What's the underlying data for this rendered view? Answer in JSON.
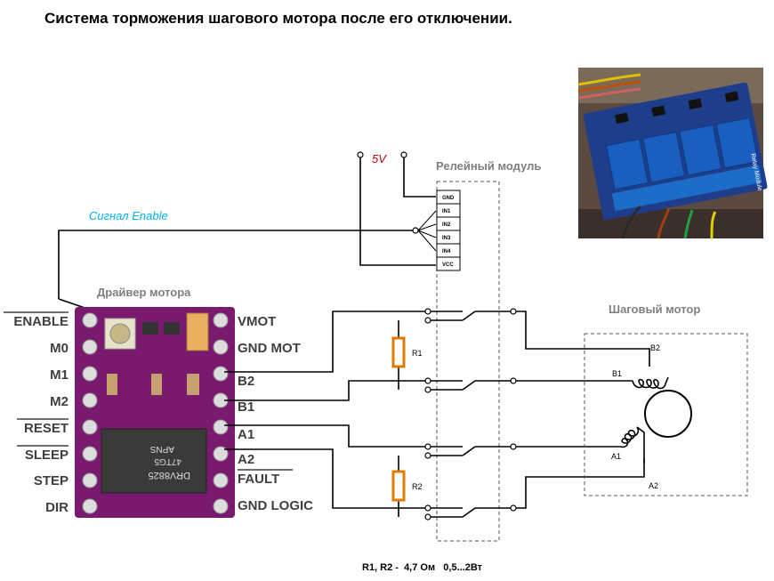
{
  "title": "Система торможения шагового мотора после его отключении.",
  "supply_label": "5V",
  "enable_signal_label": "Сигнал Enable",
  "relay_module": {
    "caption": "Релейный модуль",
    "pins": [
      "GND",
      "IN1",
      "IN2",
      "IN3",
      "IN4",
      "VCC"
    ]
  },
  "driver": {
    "caption": "Драйвер мотора",
    "left_pins": [
      "ENABLE",
      "M0",
      "M1",
      "M2",
      "RESET",
      "SLEEP",
      "STEP",
      "DIR"
    ],
    "right_pins": [
      "VMOT",
      "GND MOT",
      "B2",
      "B1",
      "A1",
      "A2",
      "FAULT",
      "GND LOGIC"
    ],
    "chip_marking": [
      "DRV8825",
      "47TG5",
      "APNS"
    ]
  },
  "motor": {
    "caption": "Шаговый мотор",
    "coil_labels": [
      "B2",
      "B1",
      "A1",
      "A2"
    ]
  },
  "resistors": [
    "R1",
    "R2"
  ],
  "footnote": "R1, R2 -  4,7 Ом   0,5...2Вт",
  "photo_text": "Relay Module",
  "colors": {
    "supply_label": "#c00000",
    "enable_label": "#00b0f0",
    "resistor": "#e07b00",
    "driver_board": "#7a1a6e",
    "relay_board": "#1e3e8c",
    "relay_blue": "#1a5fbf"
  }
}
